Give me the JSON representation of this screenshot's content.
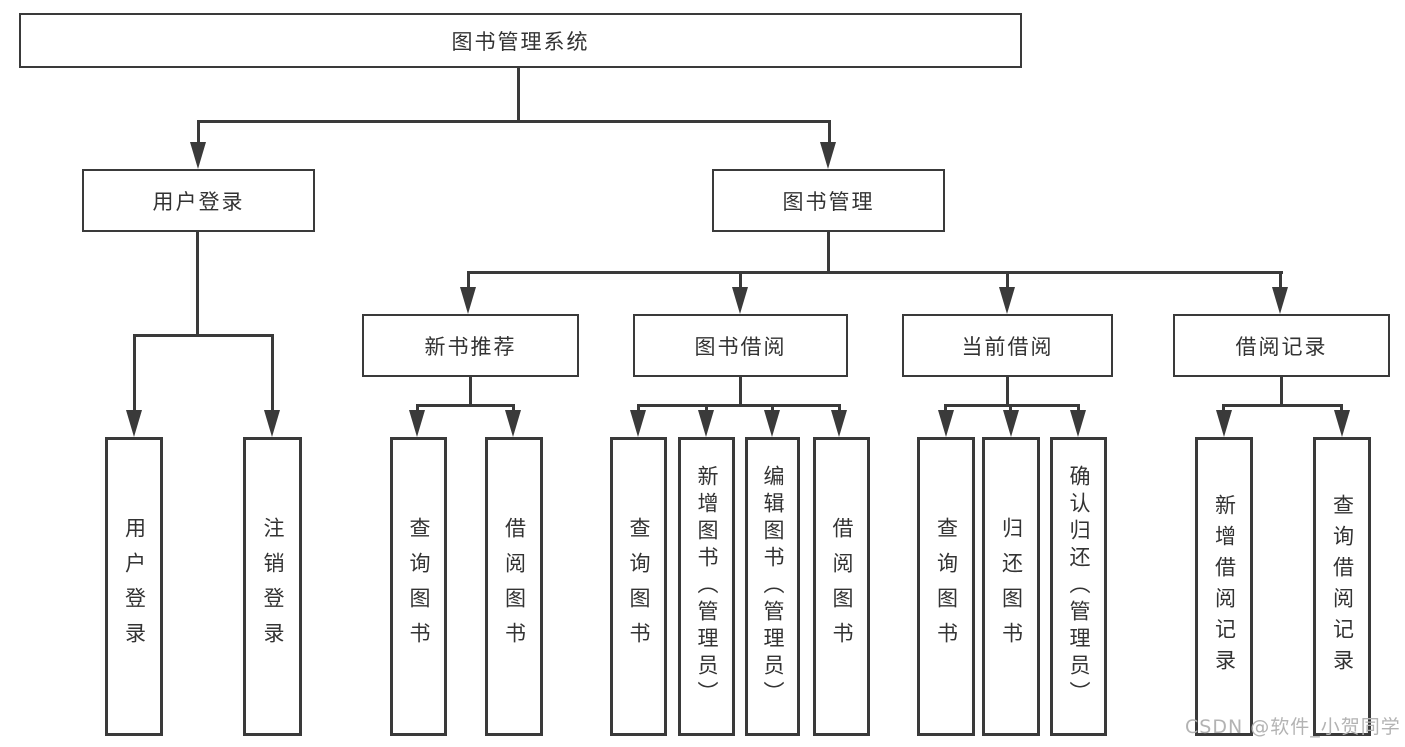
{
  "colors": {
    "line": "#3a3a3a",
    "text": "#333333",
    "watermark_gray": "#b3b3b3",
    "background": "#ffffff"
  },
  "watermark": "CSDN @软件_小贺同学",
  "diagram": {
    "root": "图书管理系统",
    "branches": [
      {
        "label": "用户登录",
        "children": [
          "用户登录",
          "注销登录"
        ]
      },
      {
        "label": "图书管理",
        "children": [
          {
            "label": "新书推荐",
            "children": [
              "查询图书",
              "借阅图书"
            ]
          },
          {
            "label": "图书借阅",
            "children": [
              "查询图书",
              "新增图书（管理员）",
              "编辑图书（管理员）",
              "借阅图书"
            ]
          },
          {
            "label": "当前借阅",
            "children": [
              "查询图书",
              "归还图书",
              "确认归还（管理员）"
            ]
          },
          {
            "label": "借阅记录",
            "children": [
              "新增借阅记录",
              "查询借阅记录"
            ]
          }
        ]
      }
    ]
  }
}
